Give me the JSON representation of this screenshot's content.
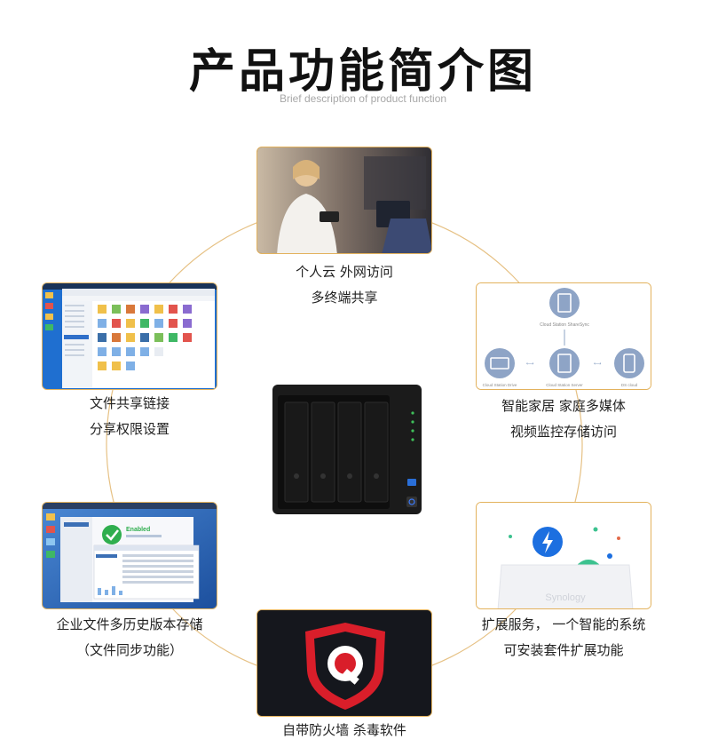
{
  "header": {
    "title": "产品功能简介图",
    "subtitle": "Brief description of product function"
  },
  "features": {
    "cloud": {
      "line1": "个人云 外网访问",
      "line2": "多终端共享"
    },
    "home": {
      "line1": "智能家居 家庭多媒体",
      "line2": "视频监控存储访问"
    },
    "apps": {
      "line1": "扩展服务，   一个智能的系统",
      "line2": "可安装套件扩展功能"
    },
    "antivirus": {
      "line1": "自带防火墙  杀毒软件"
    },
    "history": {
      "line1": "企业文件多历史版本存储",
      "line2": "（文件同步功能）"
    },
    "share": {
      "line1": "文件共享链接",
      "line2": "分享权限设置"
    }
  },
  "home_diagram": {
    "top_label": "Cloud Station ShareSync",
    "left_label": "Cloud Station Drive",
    "center_label": "Cloud Station Server",
    "right_label": "DS cloud"
  },
  "apps_card": {
    "brand": "Synology"
  },
  "history_card": {
    "status": "Enabled"
  },
  "colors": {
    "accent_border": "#e3b25d",
    "ring": "#e6c184",
    "title": "#111111",
    "subtitle": "#a8a8a8",
    "antivirus_red": "#d91e2a"
  },
  "icons": [
    "cloud-photo",
    "smart-home-diagram",
    "synology-bag-icon",
    "shield-q-icon",
    "check-icon",
    "file-explorer-screenshot",
    "nas-device"
  ]
}
